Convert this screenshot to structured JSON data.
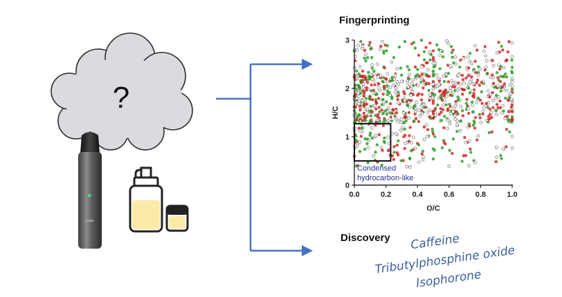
{
  "cloud": {
    "symbol": "?"
  },
  "fingerprinting": {
    "title": "Fingerprinting",
    "region_label_lines": [
      "Condensed",
      "hydrocarbon-like"
    ]
  },
  "discovery": {
    "title": "Discovery",
    "compounds": [
      "Caffeine",
      "Tributylphosphine oxide",
      "Isophorone"
    ]
  },
  "colors": {
    "arrow": "#4472c4",
    "series_red": "#d62728",
    "series_green": "#2ca02c",
    "series_gray": "#7f7f7f",
    "compound_text": "#3a5f9c",
    "region_label": "#1f2f8f",
    "cloud_fill": "#d9dbde",
    "liquid": "#fbeaa8"
  },
  "icons": [
    "cloud-icon",
    "vape-pen-icon",
    "e-liquid-bottle-icon",
    "pod-cartridge-icon"
  ],
  "chart_data": {
    "type": "scatter",
    "title": "",
    "xlabel": "O/C",
    "ylabel": "H/C",
    "xlim": [
      0,
      1.0
    ],
    "ylim": [
      0,
      3
    ],
    "xticks": [
      "0.0",
      "0.2",
      "0.4",
      "0.6",
      "0.8",
      "1.0"
    ],
    "yticks": [
      "0",
      "1",
      "2",
      "3"
    ],
    "grid": false,
    "legend": "none",
    "highlight_box": {
      "x": [
        0,
        0.23
      ],
      "y": [
        0.5,
        1.27
      ]
    },
    "series": [
      {
        "color": "red",
        "points": []
      },
      {
        "color": "green",
        "points": []
      },
      {
        "color": "gray",
        "points": []
      }
    ]
  }
}
